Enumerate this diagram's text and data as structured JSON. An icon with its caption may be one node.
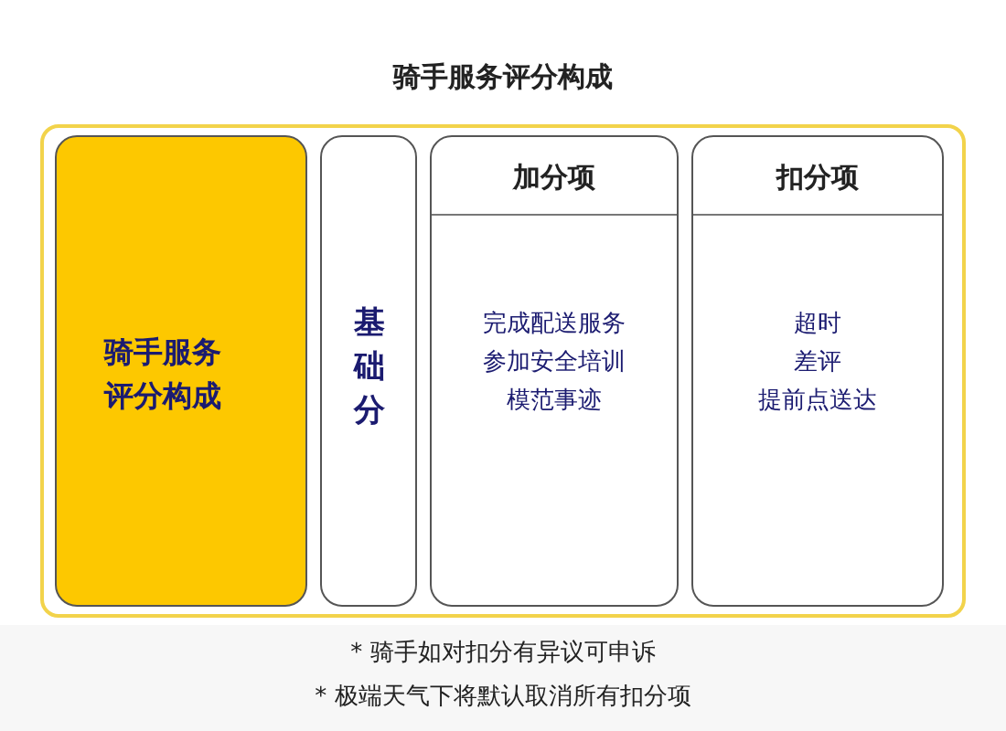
{
  "diagram": {
    "title": "骑手服务评分构成",
    "nodes": [
      {
        "text": [
          "骑手服务评分构成"
        ]
      },
      {
        "text": [
          "基础分"
        ]
      },
      {
        "text": [
          "加分项",
          "完成配送服务",
          "参加安全培训",
          "模范事迹"
        ]
      },
      {
        "text": [
          "扣分项",
          "超时",
          "差评",
          "提前点送达"
        ]
      }
    ],
    "edges": [],
    "labels": [
      "* 骑手如对扣分有异议可申诉",
      "* 极端天气下将默认取消所有扣分项"
    ]
  }
}
